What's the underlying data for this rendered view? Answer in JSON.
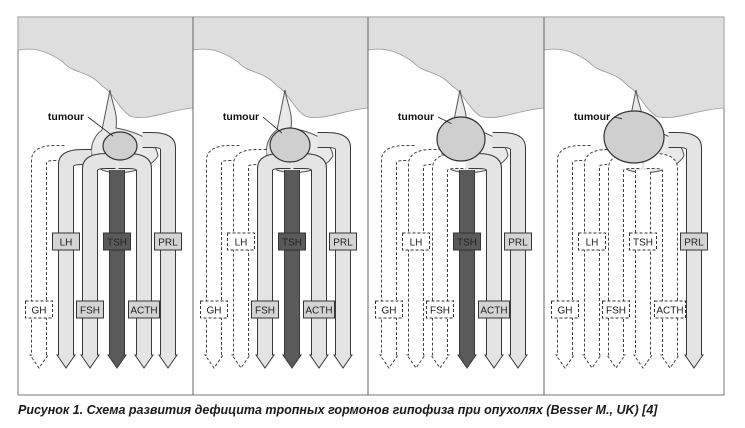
{
  "caption": "Рисунок 1. Схема развития дефицита тропных гормонов гипофиза при опухолях (Besser M., UK) [4]",
  "tumour_label": "tumour",
  "hormones": [
    "GH",
    "LH",
    "FSH",
    "TSH",
    "ACTH",
    "PRL"
  ],
  "stages": [
    {
      "deficient": [
        "GH"
      ]
    },
    {
      "deficient": [
        "GH",
        "LH"
      ]
    },
    {
      "deficient": [
        "GH",
        "LH",
        "FSH"
      ]
    },
    {
      "deficient": [
        "GH",
        "LH",
        "FSH",
        "TSH",
        "ACTH"
      ]
    }
  ],
  "colors": {
    "panel_background": "#dedede",
    "normal_arrow": "#e4e4e4",
    "tsh_arrow": "#5a5a5a",
    "deficient_arrow": "#ffffff",
    "gland": "#e9e9e9",
    "tumour": "#cfcfcf"
  }
}
